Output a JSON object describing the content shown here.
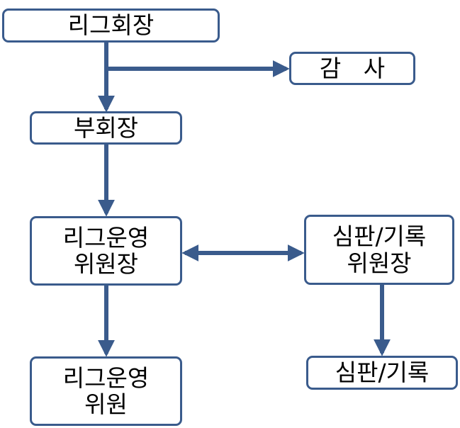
{
  "colors": {
    "node_border": "#3a5b8c",
    "connector": "#3a5b8c",
    "text": "#000000",
    "background": "#ffffff"
  },
  "nodes": {
    "president": "리그회장",
    "auditor": "감   사",
    "vice_president": "부회장",
    "operations_chair": "리그운영\n위원장",
    "referee_chair": "심판/기록\n위원장",
    "operations_member": "리그운영\n위원",
    "referee_member": "심판/기록"
  }
}
